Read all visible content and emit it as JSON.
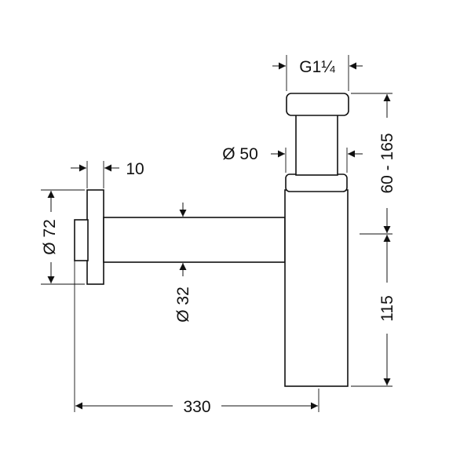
{
  "dimensions": {
    "thread": "G1¼",
    "outlet_diameter": "Ø 50",
    "wall_flange_depth": "10",
    "flange_diameter": "Ø 72",
    "pipe_diameter": "Ø 32",
    "height_adjust": "60 - 165",
    "lower_height": "115",
    "total_length": "330"
  }
}
